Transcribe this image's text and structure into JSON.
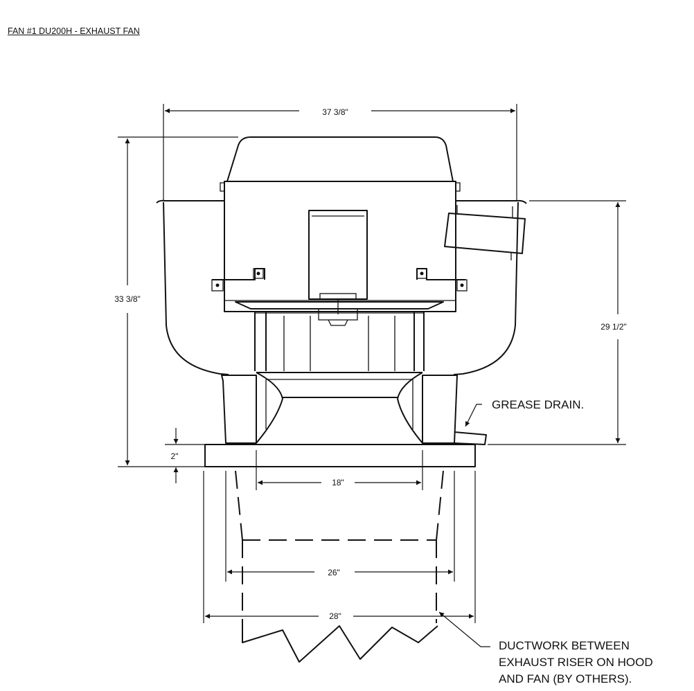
{
  "title": "FAN #1 DU200H - EXHAUST FAN",
  "dimensions": {
    "overall_width": "37 3/8\"",
    "overall_height": "33 3/8\"",
    "housing_height": "29 1/2\"",
    "curb_height": "2\"",
    "throat": "18\"",
    "curb_inner": "26\"",
    "curb_outer": "28\""
  },
  "notes": {
    "grease_drain": "GREASE DRAIN.",
    "ductwork_line1": "DUCTWORK BETWEEN",
    "ductwork_line2": "EXHAUST RISER ON HOOD",
    "ductwork_line3": "AND FAN (BY OTHERS)."
  }
}
